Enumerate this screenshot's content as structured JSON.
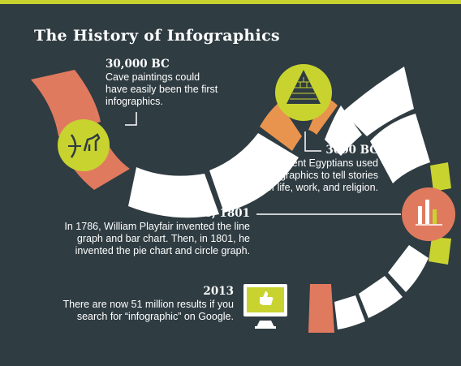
{
  "title": "The History of Infographics",
  "colors": {
    "background": "#2f3c42",
    "salmon": "#e07a5f",
    "orange": "#e8944e",
    "white": "#ffffff",
    "lime": "#c8d32f"
  },
  "milestones": [
    {
      "heading": "30,000 BC",
      "lines": [
        "Cave paintings could",
        "have easily been the first",
        "infographics."
      ],
      "icon": "cave-painting-icon"
    },
    {
      "heading": "3000 BC",
      "lines": [
        "Ancient Egyptians used",
        "infographics to tell stories",
        "of life, work, and religion."
      ],
      "icon": "pyramid-icon"
    },
    {
      "heading": "1786, 1801",
      "lines": [
        "In 1786, William Playfair invented the line",
        "graph and bar chart. Then, in 1801, he",
        "invented the pie chart and circle graph."
      ],
      "icon": "bar-chart-icon"
    },
    {
      "heading": "2013",
      "lines": [
        "There are now 51 million results if you",
        "search for “infographic” on Google."
      ],
      "icon": "monitor-thumbs-up-icon"
    }
  ]
}
